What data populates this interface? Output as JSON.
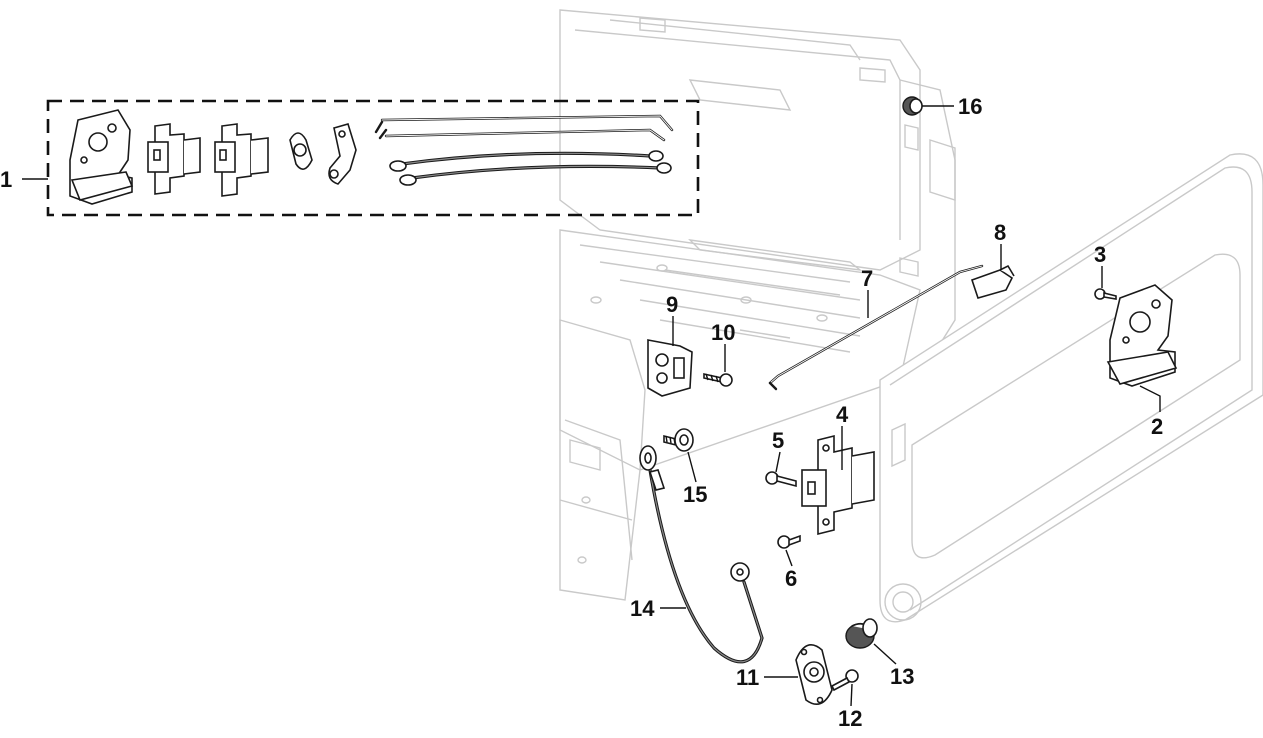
{
  "callouts": {
    "c1": "1",
    "c2": "2",
    "c3": "3",
    "c4": "4",
    "c5": "5",
    "c6": "6",
    "c7": "7",
    "c8": "8",
    "c9": "9",
    "c10": "10",
    "c11": "11",
    "c12": "12",
    "c13": "13",
    "c14": "14",
    "c15": "15",
    "c16": "16"
  },
  "colors": {
    "ink": "#111111",
    "ghost_outline": "#c9c9c9",
    "background": "#ffffff"
  }
}
